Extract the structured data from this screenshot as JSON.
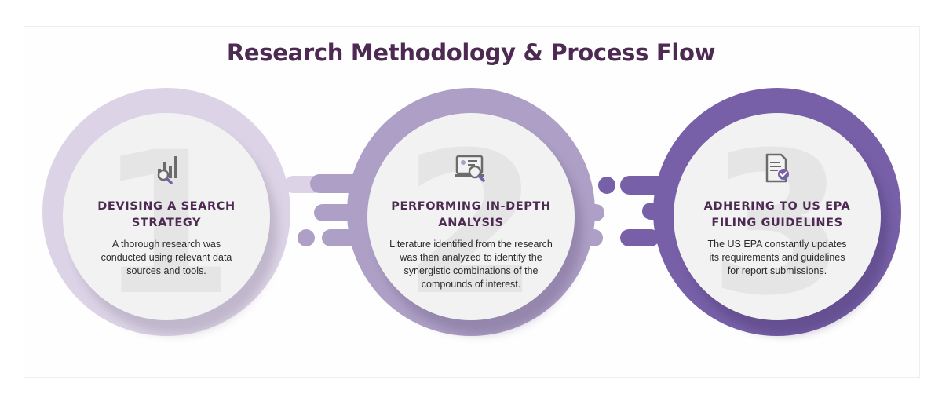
{
  "title": "Research Methodology & Process Flow",
  "colors": {
    "title": "#4d2a52",
    "ring_1": "#dcd4e6",
    "ring_2": "#ad9fc5",
    "ring_3": "#7760a8",
    "circle_fill": "#f2f2f2",
    "big_number": "#e3e3e3"
  },
  "steps": [
    {
      "number": "1",
      "icon": "chart-search-icon",
      "heading_line1": "DEVISING A SEARCH",
      "heading_line2": "STRATEGY",
      "description": "A thorough research was conducted using relevant data sources and tools."
    },
    {
      "number": "2",
      "icon": "monitor-search-icon",
      "heading_line1": "PERFORMING IN-DEPTH",
      "heading_line2": "ANALYSIS",
      "description": "Literature identified from the research was then analyzed to identify the synergistic combinations of the compounds of interest."
    },
    {
      "number": "3",
      "icon": "document-check-icon",
      "heading_line1": "ADHERING TO US EPA",
      "heading_line2": "FILING GUIDELINES",
      "description": "The US EPA constantly updates its requirements and guidelines for report submissions."
    }
  ]
}
